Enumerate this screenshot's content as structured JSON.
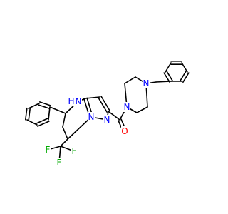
{
  "colors": {
    "carbon_bond": "#000000",
    "nitrogen": "#0000ff",
    "oxygen": "#ff0000",
    "fluorine": "#00aa00"
  },
  "molecule": {
    "atoms": {
      "N_piperazine_top": "N",
      "N_piperazine_bottom": "N",
      "N_amine": "N",
      "H_amine": "H",
      "N_pyrazole_bridge": "N",
      "N_pyrazole": "N",
      "O_carbonyl": "O",
      "F_left": "F",
      "F_center": "F",
      "F_right": "F"
    }
  }
}
